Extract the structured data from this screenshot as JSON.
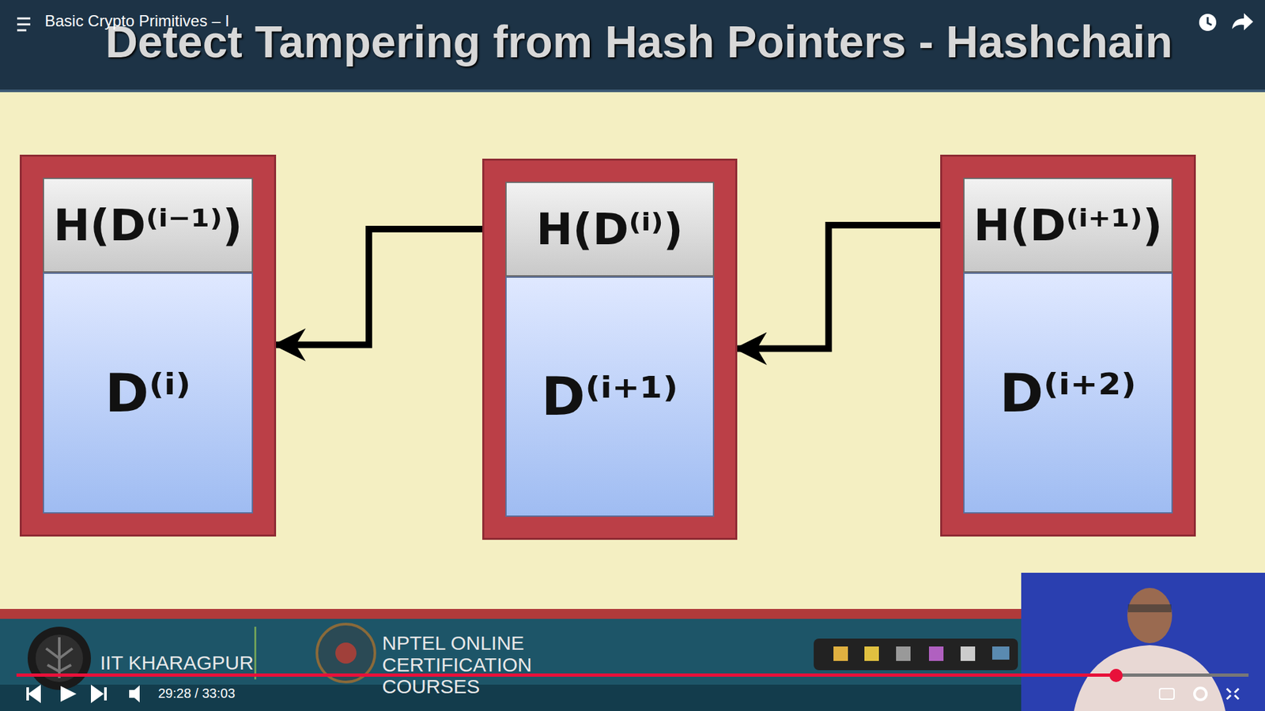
{
  "diagram": {
    "title": "Detect Tampering from Hash Pointers - Hashchain",
    "nodes": [
      {
        "text": [
          "H(D⁽ⁱ⁻¹⁾)",
          "D⁽ⁱ⁾"
        ]
      },
      {
        "text": [
          "H(D⁽ⁱ⁾)",
          "D⁽ⁱ⁺¹⁾"
        ]
      },
      {
        "text": [
          "H(D⁽ⁱ⁺¹⁾)",
          "D⁽ⁱ⁺²⁾"
        ]
      }
    ],
    "edges": [
      {
        "from": 1,
        "to": 0,
        "arrow": "to"
      },
      {
        "from": 2,
        "to": 1,
        "arrow": "to"
      }
    ],
    "labels": [
      "Basic Crypto Primitives – I",
      "29:28 / 33:03",
      "IIT KHARAGPUR",
      "NPTEL ONLINE CERTIFICATION COURSES"
    ]
  }
}
